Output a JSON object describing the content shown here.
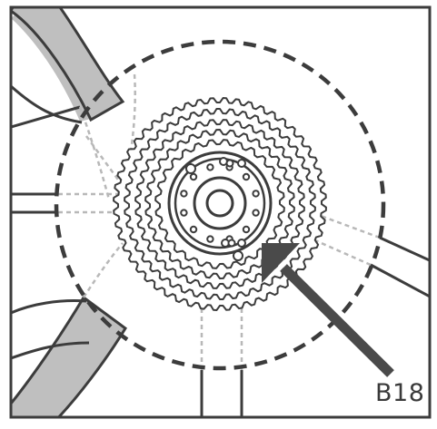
{
  "callout_label": "B18",
  "colors": {
    "stroke": "#3c3c3c",
    "rim_fill": "#bfbfbf",
    "hidden_line": "#b8b8b8",
    "background": "#ffffff"
  },
  "parts": {
    "sprocket_count": 5,
    "dashed_circle": "dashed-zoom-circle",
    "arrow": "pointer-arrow"
  }
}
